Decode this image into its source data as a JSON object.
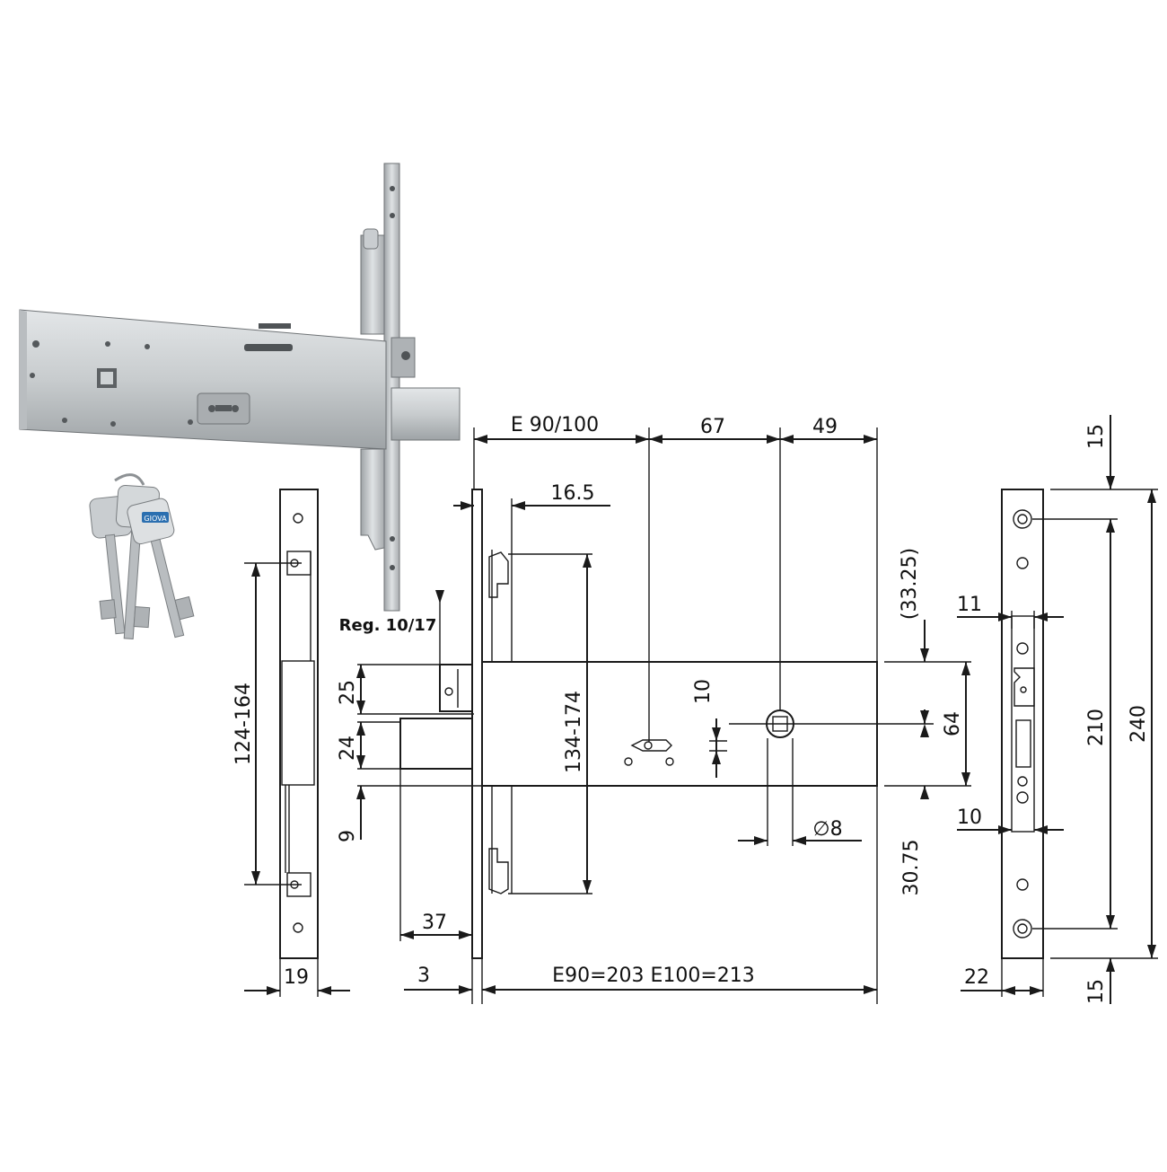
{
  "labels": {
    "e_90_100": "E 90/100",
    "d67": "67",
    "d49": "49",
    "d16_5": "16.5",
    "reg": "Reg. 10/17",
    "d25": "25",
    "d24": "24",
    "d9": "9",
    "d124_164": "124-164",
    "d134_174": "134-174",
    "d10_v": "10",
    "d8": "∅8",
    "d33_25": "(33.25)",
    "d64": "64",
    "d30_75": "30.75",
    "d37": "37",
    "d19": "19",
    "d3": "3",
    "e90_e100": "E90=203  E100=213",
    "d15_top": "15",
    "d11": "11",
    "d210": "210",
    "d240": "240",
    "d10_h": "10",
    "d22": "22",
    "d15_bottom": "15",
    "key_brand": "GIOVA"
  },
  "colors": {
    "line": "#1a1a1a",
    "metal_light": "#d7dadc",
    "metal_mid": "#b4b8bb",
    "metal_dark": "#8c9094",
    "accent_blue": "#2b6fb0"
  }
}
